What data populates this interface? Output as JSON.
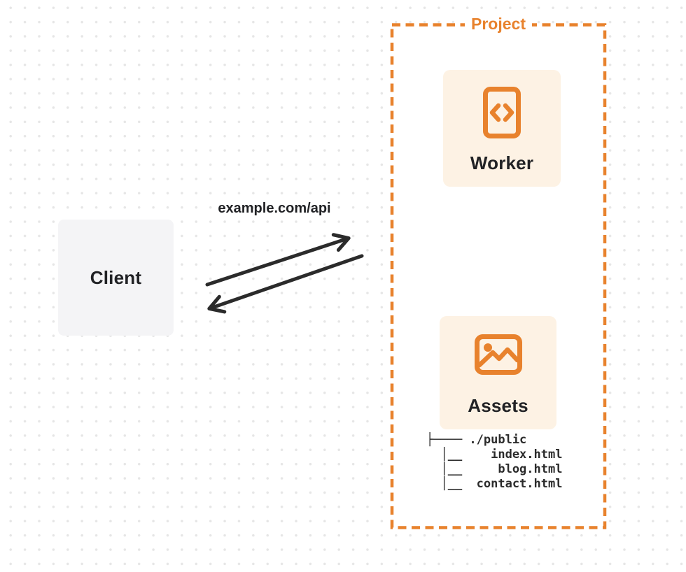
{
  "colors": {
    "accent": "#E8822D",
    "panel": "#FDF2E4",
    "client": "#F4F4F6",
    "ink": "#212225",
    "line": "#2B2B2B",
    "dot": "#E6E6E6"
  },
  "client": {
    "label": "Client"
  },
  "connection": {
    "url": "example.com/api"
  },
  "project": {
    "title": "Project",
    "worker": {
      "label": "Worker",
      "icon": "code-file-icon"
    },
    "assets": {
      "label": "Assets",
      "icon": "image-icon"
    },
    "file_tree": {
      "lines": [
        "├──── ./public",
        "  │__    index.html",
        "  │__     blog.html",
        "  │__  contact.html"
      ]
    }
  }
}
